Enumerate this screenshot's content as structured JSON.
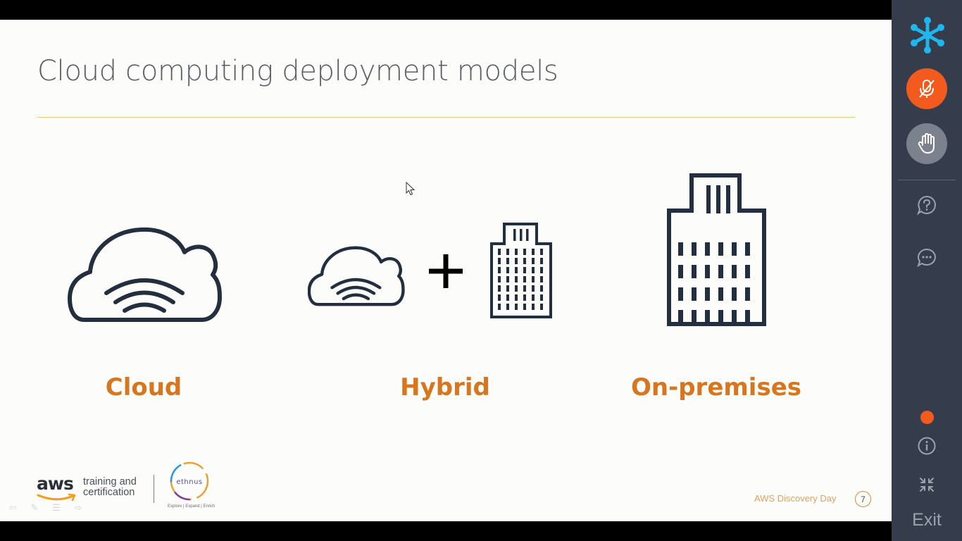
{
  "slide": {
    "title": "Cloud computing deployment models",
    "models": [
      {
        "label": "Cloud",
        "icon": "cloud-icon"
      },
      {
        "label": "Hybrid",
        "icon": "cloud-plus-building-icon"
      },
      {
        "label": "On-premises",
        "icon": "building-icon"
      }
    ],
    "footer": {
      "aws_word": "aws",
      "aws_tagline": "training and certification",
      "partner_logo": "ethnus",
      "partner_tagline": "Explore | Expand | Enrich",
      "event": "AWS Discovery Day",
      "page_number": "7"
    }
  },
  "rail": {
    "logo": "snowflake-logo-icon",
    "buttons": [
      "mic-muted-icon",
      "raise-hand-icon",
      "help-icon",
      "chat-icon",
      "info-icon",
      "collapse-icon"
    ],
    "exit_label": "Exit"
  },
  "colors": {
    "accent_orange": "#d8761f",
    "title_gray": "#5a5e63",
    "rule_yellow": "#f1c46a",
    "icon_dark": "#232f3e",
    "rail_bg": "#353d4c",
    "mic_orange": "#f25b1d",
    "logo_blue": "#1fb6ee"
  }
}
